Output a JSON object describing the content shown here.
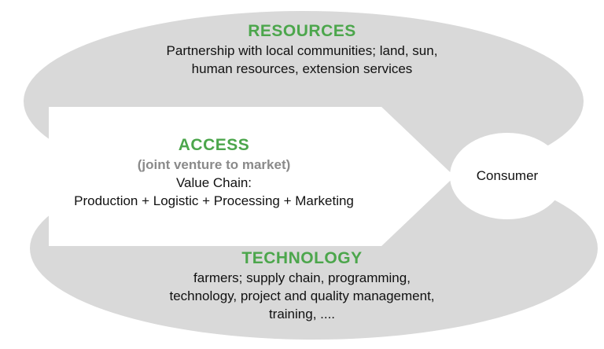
{
  "colors": {
    "ellipse_gray": "#d9d9d9",
    "accent_green": "#4ca64c",
    "subtitle_gray": "#8a8a8a",
    "text_black": "#111111",
    "background": "#ffffff"
  },
  "resources": {
    "title": "RESOURCES",
    "line1": "Partnership with local communities; land, sun,",
    "line2": "human resources, extension services"
  },
  "access": {
    "title": "ACCESS",
    "subtitle": "(joint venture to market)",
    "value_chain_label": "Value Chain:",
    "value_chain": "Production + Logistic + Processing + Marketing"
  },
  "consumer": {
    "label": "Consumer"
  },
  "technology": {
    "title": "TECHNOLOGY",
    "line1": "farmers; supply chain, programming,",
    "line2": "technology, project and quality management,",
    "line3": "training, ...."
  }
}
